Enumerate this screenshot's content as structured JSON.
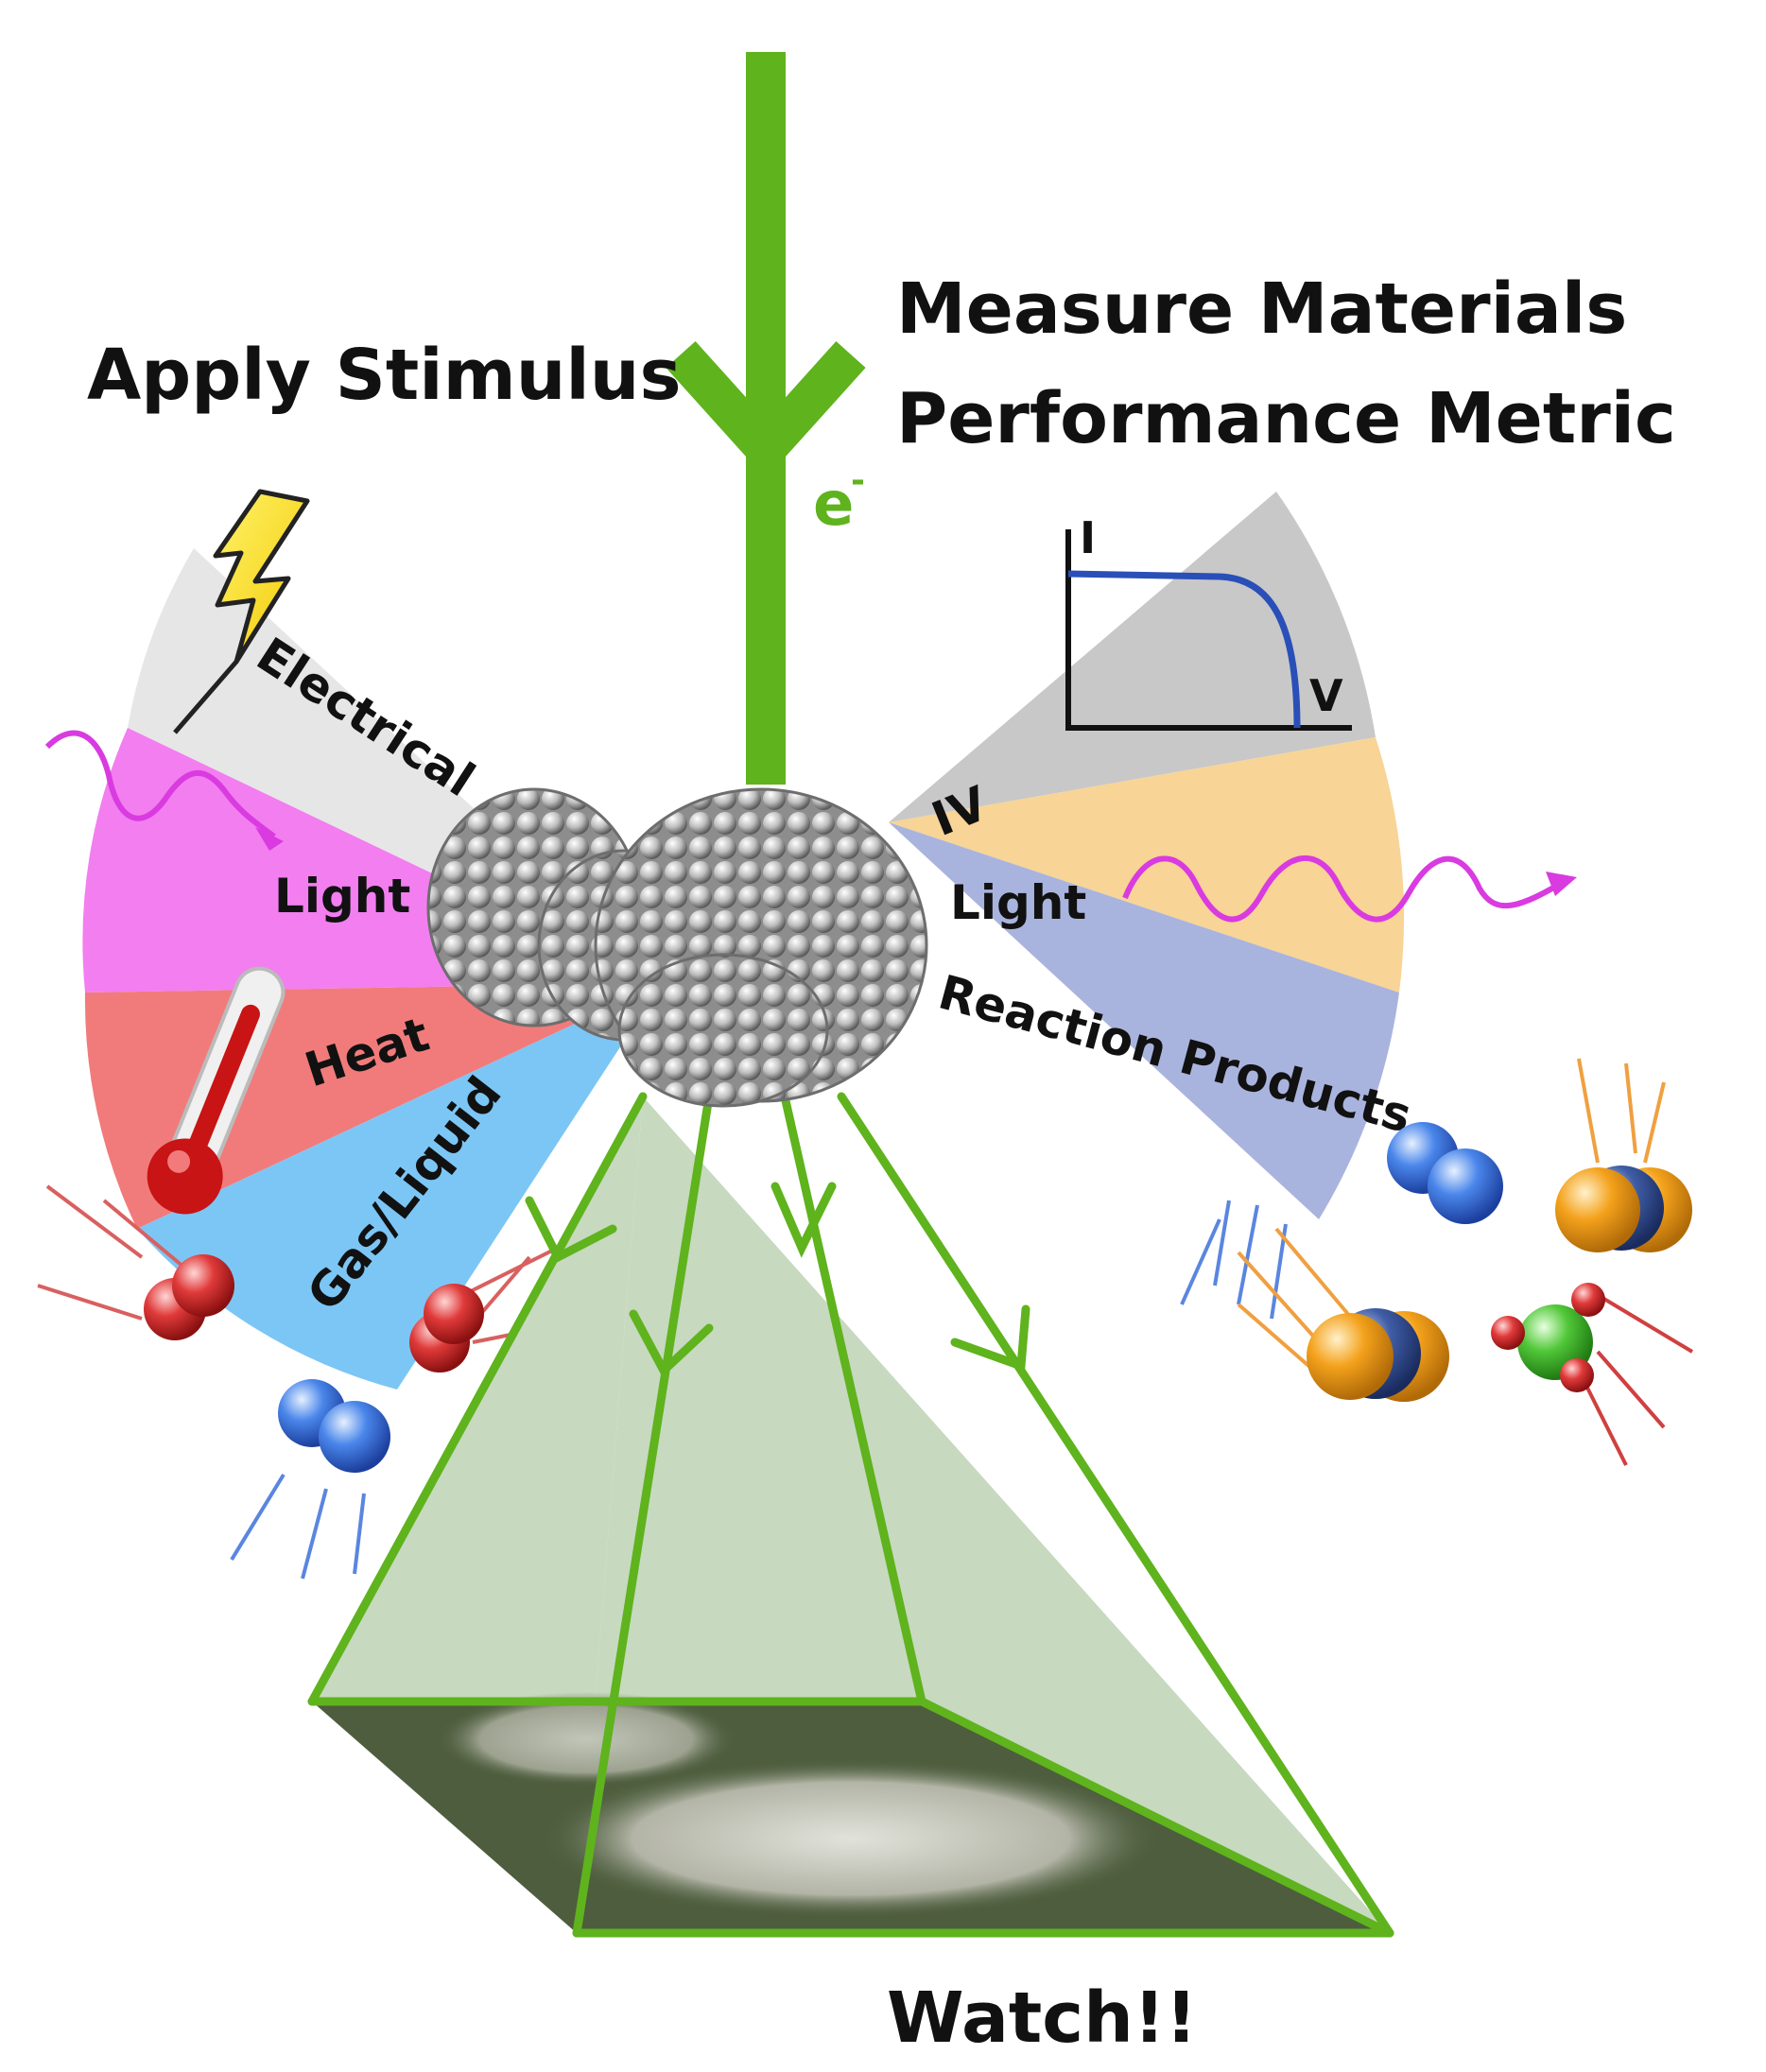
{
  "header": {
    "stimulus_label": "Apply Stimulus",
    "measure_label_line1": "Measure Materials",
    "measure_label_line2": "Performance Metric",
    "electron_label": "e",
    "electron_superscript": "-"
  },
  "stimuli": [
    {
      "label": "Electrical",
      "color": "#e6e6e6"
    },
    {
      "label": "Light",
      "color": "#f27ef0"
    },
    {
      "label": "Heat",
      "color": "#f17b7b"
    },
    {
      "label": "Gas/Liquid",
      "color": "#7cc6f5"
    }
  ],
  "metrics": [
    {
      "label": "IV",
      "color": "#c8c8c8"
    },
    {
      "label": "Light",
      "color": "#f8d496"
    },
    {
      "label": "Reaction Products",
      "color": "#a9b4de"
    }
  ],
  "iv_plot": {
    "y_label": "I",
    "x_label": "V"
  },
  "footer": {
    "watch_label": "Watch!!"
  },
  "colors": {
    "beam": "#5fb31d",
    "detector_face": "#c7d9bf",
    "detector_screen": "#4d5d3d",
    "curve": "#2a4fb8",
    "wave": "#d93be0"
  }
}
